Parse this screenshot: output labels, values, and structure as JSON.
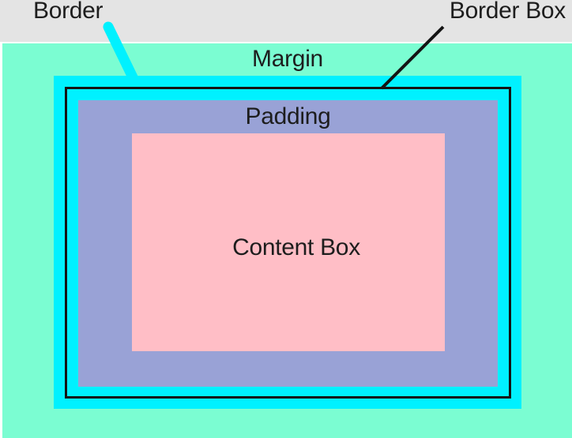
{
  "diagram": {
    "title_context": "CSS box model diagram",
    "labels": {
      "border": "Border",
      "border_box": "Border Box",
      "margin": "Margin",
      "padding": "Padding",
      "content_box": "Content Box"
    },
    "colors": {
      "header_bg": "#e4e4e4",
      "margin": "#7bfdd2",
      "border": "#00f1ff",
      "border_box_outline": "#141414",
      "padding": "#99a2d6",
      "content": "#ffbec6",
      "text": "#1d1d1d"
    }
  }
}
